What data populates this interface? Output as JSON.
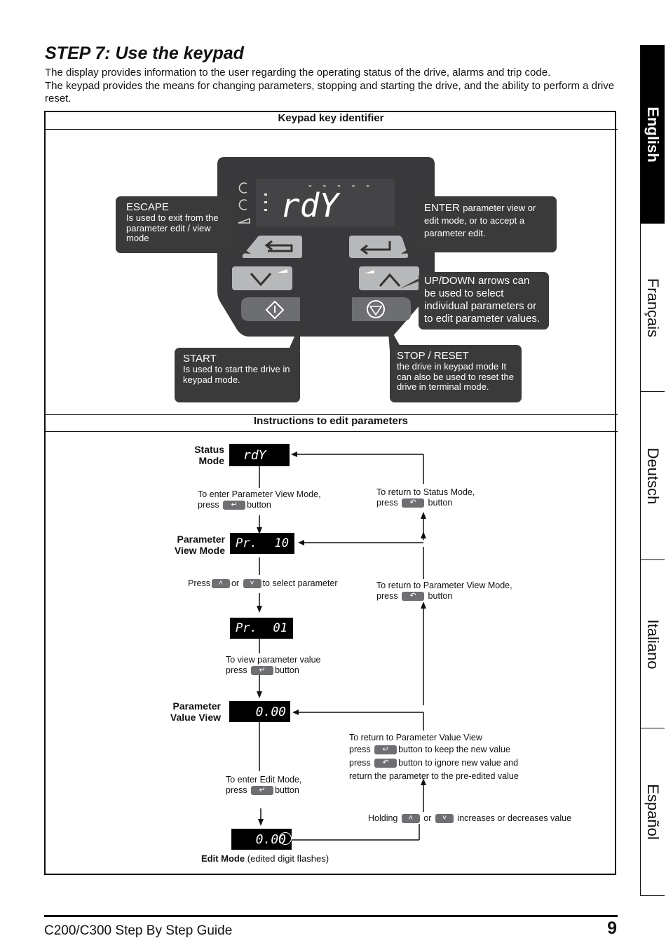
{
  "title": "STEP 7:  Use the keypad",
  "intro": {
    "line1": "The display provides information to the user regarding the operating status of the drive, alarms and trip code.",
    "line2": "The keypad provides the means for changing parameters, stopping and starting the drive, and the ability to perform a drive reset."
  },
  "sections": {
    "keypad_header": "Keypad key identifier",
    "instructions_header": "Instructions to edit parameters"
  },
  "keypad": {
    "display_dashes": "- - - - -",
    "display_text": "rdY",
    "escape": {
      "title": "ESCAPE",
      "body": "Is used to exit from the parameter edit / view mode"
    },
    "enter": {
      "title": "ENTER",
      "body": "parameter view or edit  mode, or to accept a parameter edit."
    },
    "updown": {
      "title": "UP/DOWN",
      "body": "arrows can be used to select individual parameters or to edit parameter values."
    },
    "start": {
      "title": "START",
      "body": "Is used to start the drive in keypad mode."
    },
    "stop": {
      "title": "STOP / RESET",
      "body": "the drive in keypad mode It can also be used to reset the drive in terminal mode."
    }
  },
  "flow": {
    "status_mode_label": "Status Mode",
    "status_display": "rdY",
    "enter_pv_pre": "To enter Parameter View Mode,",
    "press": "press",
    "button": "button",
    "return_status": "To return to Status Mode,",
    "param_view_label": "Parameter View Mode",
    "pv_display_left": "Pr.",
    "pv_display_right": "10",
    "press_word": "Press",
    "or_word": "or",
    "select_param": "to select parameter",
    "return_pv": "To return to Parameter View Mode,",
    "pv2_display_left": "Pr.",
    "pv2_display_right": "01",
    "view_value": "To view parameter value",
    "param_value_label": "Parameter Value View",
    "value_display": "0.00",
    "return_value": "To return to Parameter Value View",
    "keep_new": "button to keep the new value",
    "ignore_new": "button to ignore new value and",
    "return_pre_edited": "return the parameter to the pre-edited value",
    "enter_edit": "To enter Edit Mode,",
    "holding": "Holding",
    "inc_dec": "increases or decreases value",
    "edit_display": "0.00",
    "edit_mode_label": "Edit Mode",
    "edit_mode_note": "(edited digit flashes)"
  },
  "tabs": [
    "English",
    "Français",
    "Deutsch",
    "Italiano",
    "Español"
  ],
  "footer": {
    "guide": "C200/C300 Step By Step Guide",
    "page": "9"
  },
  "colors": {
    "callout": "#3a3a3a",
    "key": "#b7b8ba",
    "bezel": "#39393b",
    "lcd": "#000000"
  }
}
